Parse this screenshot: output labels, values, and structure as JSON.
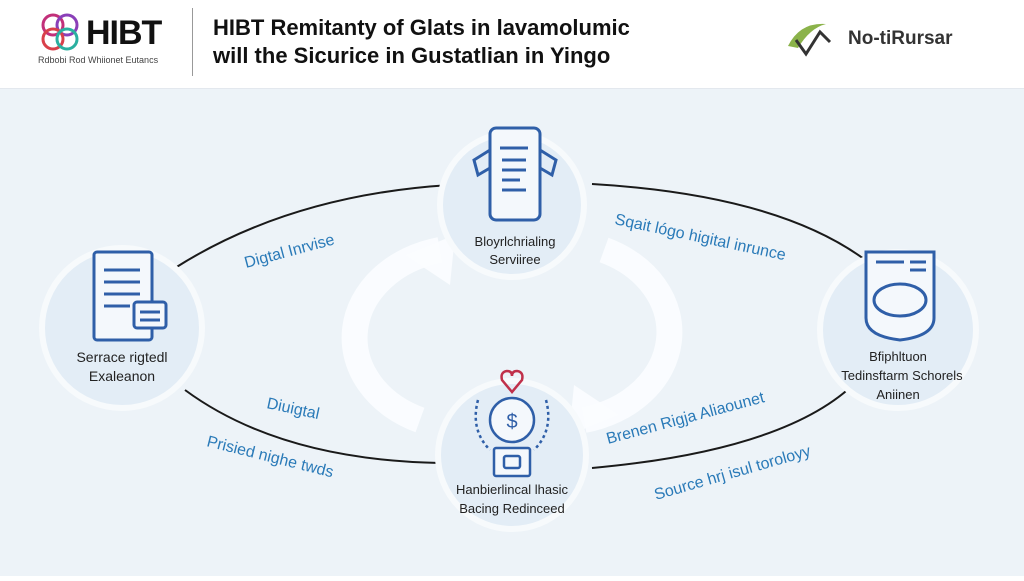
{
  "header": {
    "logo_text": "HIBT",
    "logo_subtitle": "Rdbobi Rod Whiionet Eutancs",
    "title_line1": "HIBT Remitanty of Glats in lavamolumic",
    "title_line2": "will the Sicurice in Gustatlian in Yingo",
    "partner_name": "No-tiRursar"
  },
  "nodes": {
    "top": {
      "line1": "Bloyrlchrialing",
      "line2": "Serviiree",
      "icon": "smartphone-icon"
    },
    "left": {
      "line1": "Serrace rigtedl",
      "line2": "Exaleanon",
      "icon": "document-icon"
    },
    "right": {
      "line1": "Bfiphltuon",
      "line2": "Tedinsftarm Schorels",
      "line3": "Aniinen",
      "icon": "certificate-icon"
    },
    "bottom": {
      "line1": "Hanbierlincal lhasic",
      "line2": "Bacing Redinceed",
      "icon": "money-bag-icon"
    }
  },
  "edge_labels": {
    "top_left": "Digtal Inrvise",
    "top_right": "Sqait lógo higital inrunce",
    "bottom_left_1": "Diuigtal",
    "bottom_left_2": "Prisied nighe twds",
    "bottom_right_1": "Brenen Rigja Aliaounet",
    "bottom_right_2": "Source hrj isul toroloyy"
  },
  "colors": {
    "accent": "#2a7ab8",
    "icon": "#2f5fa8",
    "background": "#edf3f8"
  }
}
